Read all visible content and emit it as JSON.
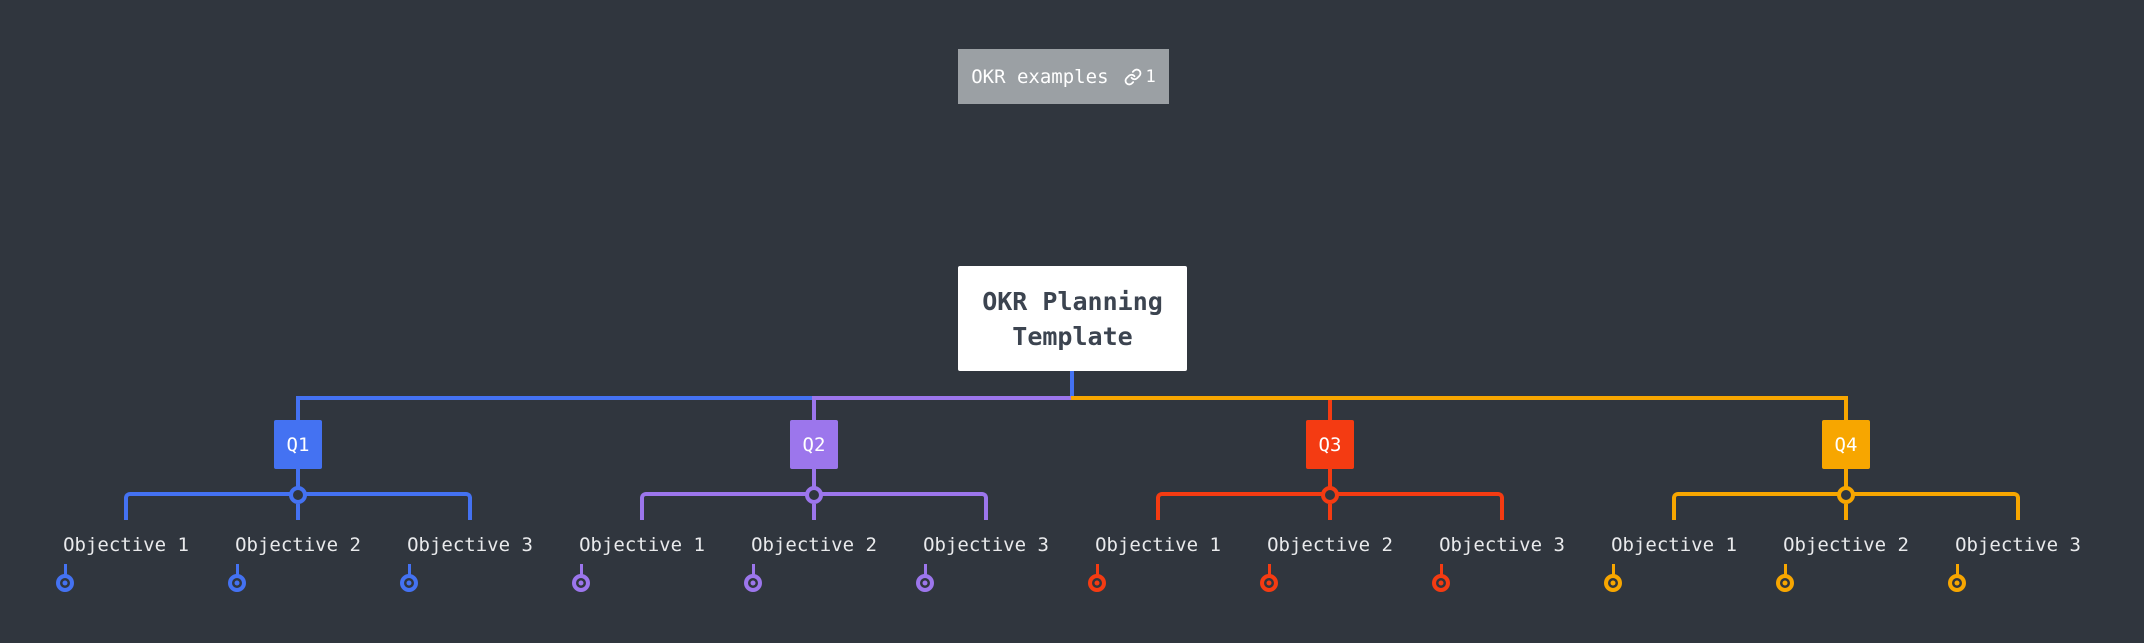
{
  "badge": {
    "label": "OKR examples",
    "link_count": "1"
  },
  "root": {
    "label": "OKR Planning Template"
  },
  "groups": [
    {
      "label": "Q1",
      "color": "#4472F2",
      "objectives": [
        "Objective 1",
        "Objective 2",
        "Objective 3"
      ]
    },
    {
      "label": "Q2",
      "color": "#9C76EC",
      "objectives": [
        "Objective 1",
        "Objective 2",
        "Objective 3"
      ]
    },
    {
      "label": "Q3",
      "color": "#F43B12",
      "objectives": [
        "Objective 1",
        "Objective 2",
        "Objective 3"
      ]
    },
    {
      "label": "Q4",
      "color": "#F7A600",
      "objectives": [
        "Objective 1",
        "Objective 2",
        "Objective 3"
      ]
    }
  ],
  "colors": {
    "bg": "#30363E",
    "badge-bg": "#9BA0A4",
    "badge-text": "#FFFFFF",
    "root-bg": "#FFFFFF",
    "root-text": "#3C4450",
    "node-text": "#E9EAEC",
    "q1": "#4472F2",
    "q2": "#9C76EC",
    "q3": "#F43B12",
    "q4": "#F7A600"
  }
}
